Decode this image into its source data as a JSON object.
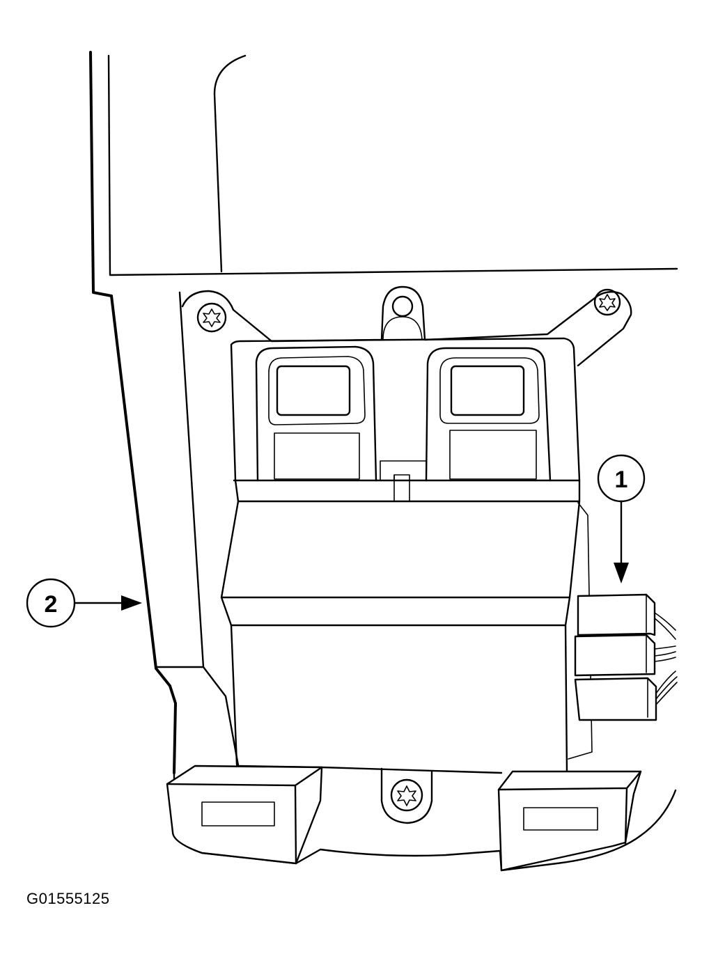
{
  "figure_id": "G01555125",
  "callouts": [
    {
      "number": "1"
    },
    {
      "number": "2"
    }
  ],
  "icons": {
    "screw": "torx-screw-icon",
    "arrow": "arrow-head-icon"
  },
  "colors": {
    "line": "#000000",
    "background": "#ffffff"
  }
}
